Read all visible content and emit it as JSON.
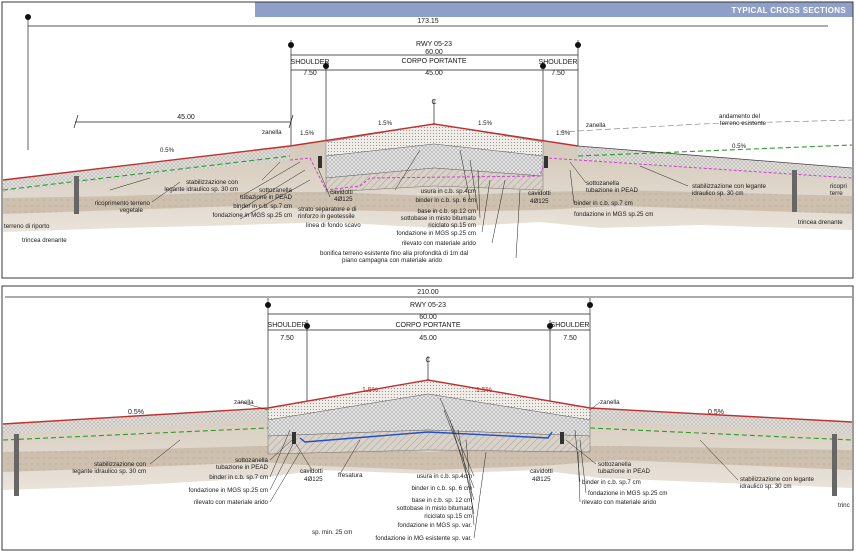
{
  "header": {
    "title": "TYPICAL  CROSS SECTIONS",
    "color": "#8fa0c8"
  },
  "colors": {
    "surface": "#c03030",
    "ground": "#bfb2a0",
    "green": "#2e9a2e",
    "magenta": "#d040d0",
    "blue": "#2050c8",
    "hatch": "#9a8f86"
  },
  "top": {
    "overall_width": "173.15",
    "runway": "RWY 05-23",
    "runway_width": "60.00",
    "corpo_label": "CORPO PORTANTE",
    "corpo_width": "45.00",
    "shoulder_left": "SHOULDER",
    "shoulder_right": "SHOULDER",
    "shoulder_width_left": "7.50",
    "shoulder_width_right": "7.50",
    "side_width": "45.00",
    "centerline": "C",
    "slopes": [
      "0.5%",
      "1.5%",
      "1.5%",
      "1.5%",
      "1.5%",
      "0.5%"
    ],
    "labels": {
      "zanella_l": "zanella",
      "zanella_r": "zanella",
      "andamento_1": "andamento del",
      "andamento_2": "terreno esistente",
      "stab_l1": "stabilizzazione con",
      "stab_l2": "legante idraulico sp. 30 cm",
      "sottozanella": "sottozanella",
      "tubazione": "tubazione in PEAD",
      "binder": "binder in c.b. sp.7 cm",
      "fondazione": "fondazione in MGS sp.25 cm",
      "ricoprimento_1": "ricoprimento terreno",
      "ricoprimento_2": "vegetale",
      "terreno_riporto": "terreno di riporto",
      "trincea_l": "trincea drenante",
      "cavidotti": "cavidotti",
      "cavidotti_n": "4Ø125",
      "strato_1": "strato separatore e di",
      "strato_2": "rinforzo in geotessile",
      "linea_fondo": "linea di fondo scavo",
      "usura": "usura in c.b. sp.4cm",
      "binder_c": "binder in c.b. sp. 6 cm",
      "base": "base in c.b. sp.12 cm",
      "sottobase_1": "sottobase in misto bitumato",
      "sottobase_2": "riciclato sp.15 cm",
      "fond_c": "fondazione in MGS sp.25 cm",
      "rilevato": "rilevato con materiale arido",
      "bonifica_1": "bonifica terreno esistente fino alla profondità di 1m dal",
      "bonifica_2": "piano campagna con materiale arido",
      "cavidotti_r": "cavidotti",
      "cavidotti_rn": "4Ø125",
      "sottozanella_r": "sottozanella",
      "tubazione_r": "tubazione in PEAD",
      "binder_r": "binder in c.b. sp.7 cm",
      "fond_r": "fondazione in MGS sp.25 cm",
      "stab_r1": "stabilizzazione con legante",
      "stab_r2": "idraulico sp. 30 cm",
      "trincea_r": "trincea drenante",
      "ricop_r1": "ricopri",
      "ricop_r2": "terre"
    }
  },
  "bottom": {
    "overall_width": "210.00",
    "runway": "RWY 05-23",
    "runway_width": "60.00",
    "corpo_label": "CORPO PORTANTE",
    "corpo_width": "45.00",
    "shoulder_left": "SHOULDER",
    "shoulder_right": "SHOULDER",
    "shoulder_width_left": "7.50",
    "shoulder_width_right": "7.50",
    "centerline": "C",
    "slopes": [
      "0.5%",
      "1.5%",
      "1.5%",
      "0.5%"
    ],
    "labels": {
      "zanella_l": "zanella",
      "zanella_r": "zanella",
      "stab_l1": "stabilizzazione con",
      "stab_l2": "legante idraulico sp. 30 cm",
      "sottozanella": "sottozanella",
      "tubazione": "tubazione in PEAD",
      "binder": "binder in c.b. sp.7 cm",
      "fondazione": "fondazione in MGS sp.25 cm",
      "rilevato": "rilevato con materiale arido",
      "cavidotti": "cavidotti",
      "cavidotti_n": "4Ø125",
      "fresatura": "fresatura",
      "usura": "usura in c.b. sp.4cm",
      "binder_c": "binder in c.b. sp. 6 cm",
      "base": "base in c.b. sp. 12 cm",
      "sottobase_1": "sottobase in misto bitumato",
      "sottobase_2": "riciclato sp.15 cm",
      "fond_var": "fondazione in MGS sp. var.",
      "spmin": "sp. min. 25 cm",
      "fond_mg": "fondazione in MG esistente sp. var.",
      "cavidotti_r": "cavidotti",
      "cavidotti_rn": "4Ø125",
      "sottozanella_r": "sottozanella",
      "tubazione_r": "tubazione in PEAD",
      "binder_r": "binder in c.b. sp.7 cm",
      "fond_r": "fondazione in MGS sp.25 cm",
      "rilevato_r": "rilevato con materiale arido",
      "stab_r1": "stabilizzazione con legante",
      "stab_r2": "idraulico sp. 30 cm",
      "trincea_r": "trinc"
    }
  }
}
